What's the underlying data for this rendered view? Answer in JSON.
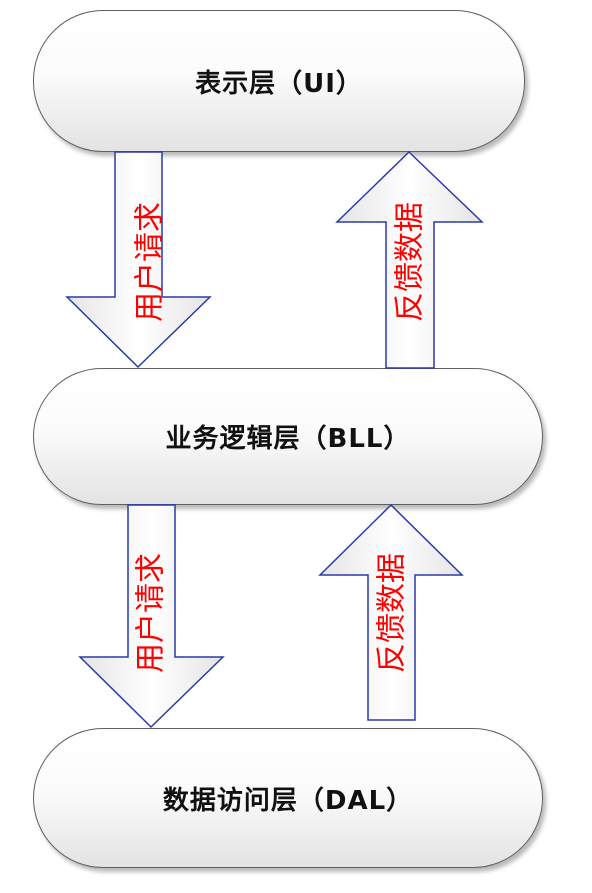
{
  "layers": {
    "ui": "表示层（UI）",
    "bll": "业务逻辑层（BLL）",
    "dal": "数据访问层（DAL）"
  },
  "arrows": {
    "request_1": "用户请求",
    "feedback_1": "反馈数据",
    "request_2": "用户请求",
    "feedback_2": "反馈数据"
  },
  "colors": {
    "arrow_label": "#ff0000",
    "arrow_stroke": "#2a3aa8",
    "arrow_fill_light": "#ffffff",
    "arrow_fill_dark": "#e4e4e4"
  }
}
